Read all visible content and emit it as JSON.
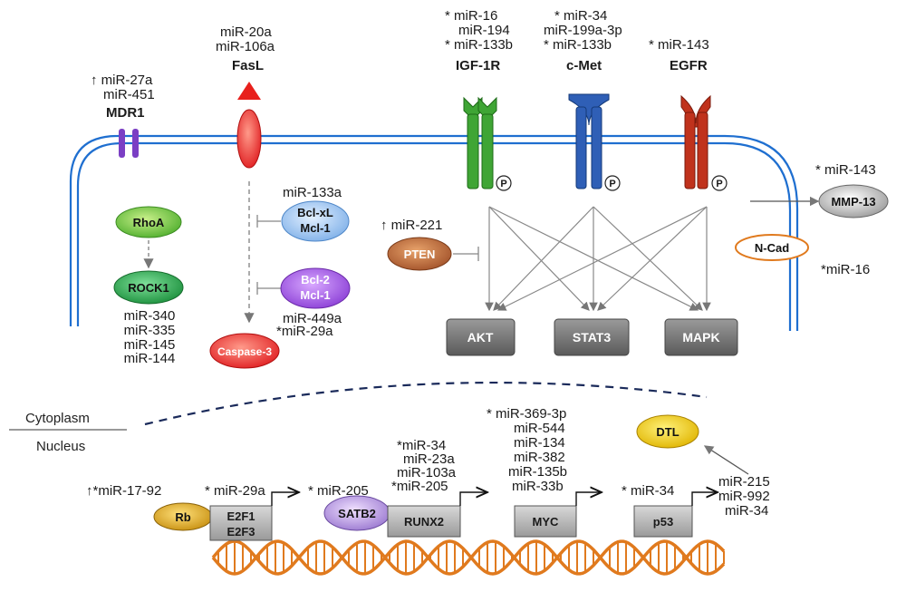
{
  "membrane": {
    "mdr1": {
      "mirs": [
        "↑ miR-27a",
        "miR-451"
      ],
      "label": "MDR1"
    },
    "fasl": {
      "mirs": [
        "miR-20a",
        "miR-106a"
      ],
      "label": "FasL"
    },
    "igf1r": {
      "mirs": [
        "* miR-16",
        "miR-194",
        "* miR-133b"
      ],
      "label": "IGF-1R"
    },
    "cmet": {
      "mirs": [
        "* miR-34",
        "miR-199a-3p",
        "* miR-133b"
      ],
      "label": "c-Met"
    },
    "egfr": {
      "mirs": [
        "* miR-143"
      ],
      "label": "EGFR"
    },
    "phospho": "P"
  },
  "cytoplasm": {
    "rhoa": "RhoA",
    "rock1": "ROCK1",
    "rock1_mirs": [
      "miR-340",
      "miR-335",
      "miR-145",
      "miR-144"
    ],
    "bclxl_mir": "miR-133a",
    "bclxl": [
      "Bcl-xL",
      "Mcl-1"
    ],
    "bcl2": [
      "Bcl-2",
      "Mcl-1"
    ],
    "bcl2_mirs": [
      "miR-449a",
      "*miR-29a"
    ],
    "caspase3": "Caspase-3",
    "pten_mir": "↑ miR-221",
    "pten": "PTEN",
    "akt": "AKT",
    "stat3": "STAT3",
    "mapk": "MAPK",
    "mmp13_mir": "* miR-143",
    "mmp13": "MMP-13",
    "ncad": "N-Cad",
    "ncad_mir": "*miR-16"
  },
  "regions": {
    "cytoplasm": "Cytoplasm",
    "nucleus": "Nucleus"
  },
  "nucleus": {
    "rb_mir": "↑*miR-17-92",
    "rb": "Rb",
    "e2f_mir": "* miR-29a",
    "e2f": [
      "E2F1",
      "E2F3"
    ],
    "satb2_mir": "* miR-205",
    "satb2": "SATB2",
    "runx2_mirs": [
      "*miR-34",
      "miR-23a",
      "miR-103a",
      "*miR-205"
    ],
    "runx2": "RUNX2",
    "myc_mirs": [
      "* miR-369-3p",
      "miR-544",
      "miR-134",
      "miR-382",
      "miR-135b",
      "miR-33b"
    ],
    "myc": "MYC",
    "p53_mir": "* miR-34",
    "p53": "p53",
    "dtl": "DTL",
    "dtl_mirs": [
      "miR-215",
      "miR-992",
      "miR-34"
    ]
  },
  "colors": {
    "membrane": "#1f6fd0",
    "mdr1": "#7b3fc4",
    "fasl": "#e8201c",
    "igf1r": "#3fa535",
    "cmet": "#2f5fb6",
    "egfr": "#c0321c",
    "dna_strand": "#e07a1e"
  }
}
